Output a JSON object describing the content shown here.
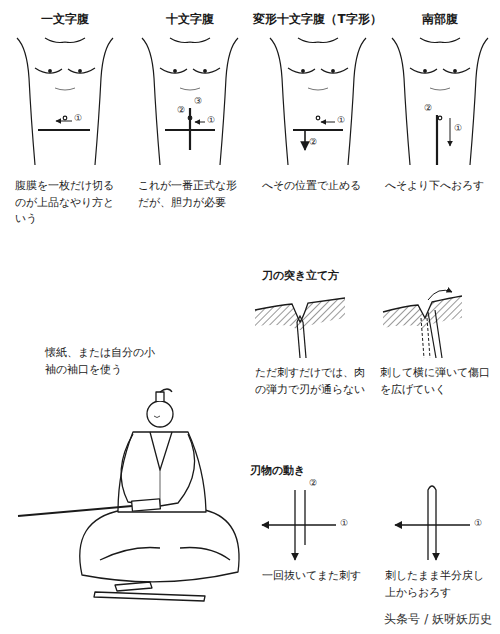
{
  "diagram": {
    "labels": [
      "一文字腹",
      "十文字腹",
      "変形十文字腹（T字形）",
      "南部腹",
      "①",
      "③",
      "②",
      "①",
      "①",
      "②",
      "②",
      "①",
      "腹膜を一枚だけ切るのが上品なやり方という",
      "これが一番正式な形だが、胆力が必要",
      "へその位置で止める",
      "へそより下へおろす",
      "刀の突き立て方",
      "懐紙、または自分の小袖の袖口を使う",
      "ただ刺すだけでは、肉の弾力で刃が通らない",
      "刺して横に弾いて傷口を広げていく",
      "刃物の動き",
      "②",
      "①",
      "①",
      "一回抜いてまた刺す",
      "刺したまま半分戻し上からおろす",
      "头条号 / 妖呀妖历史"
    ]
  }
}
